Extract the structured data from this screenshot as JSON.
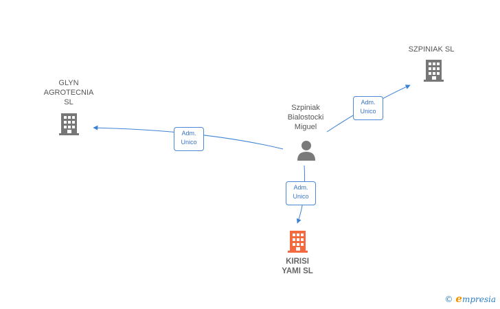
{
  "colors": {
    "edge": "#3b82d6",
    "company_icon": "#777777",
    "focus_icon": "#f26a3d",
    "person_icon": "#7a7a7a"
  },
  "nodes": {
    "person": {
      "label": "Szpiniak\nBialostocki\nMiguel",
      "icon": "person-icon"
    },
    "glyn": {
      "label": "GLYN\nAGROTECNIA\nSL",
      "icon": "building-icon"
    },
    "szpiniak_sl": {
      "label": "SZPINIAK SL",
      "icon": "building-icon"
    },
    "kirisi": {
      "label": "KIRISI\nYAMI  SL",
      "icon": "building-icon"
    }
  },
  "edges": [
    {
      "from": "person",
      "to": "glyn",
      "label": "Adm.\nUnico"
    },
    {
      "from": "person",
      "to": "szpiniak_sl",
      "label": "Adm.\nUnico"
    },
    {
      "from": "person",
      "to": "kirisi",
      "label": "Adm.\nUnico"
    }
  ],
  "footer": {
    "copyright": "©",
    "brand_e": "e",
    "brand_rest": "mpresia"
  }
}
